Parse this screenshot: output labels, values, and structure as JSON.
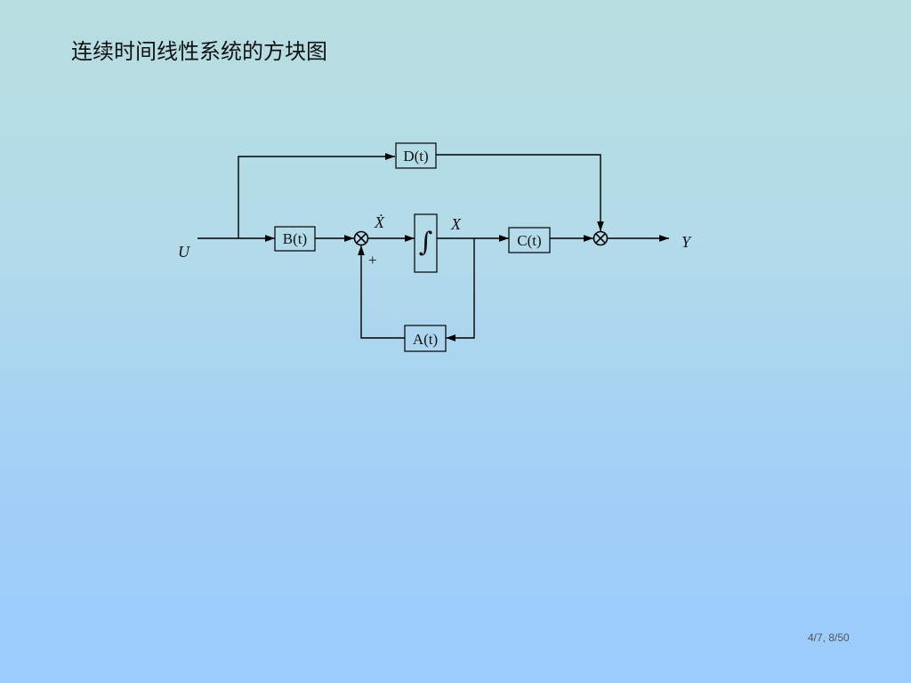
{
  "slide": {
    "title": "连续时间线性系统的方块图",
    "page_number": "4/7, 8/50"
  },
  "diagram": {
    "input_label": "U",
    "output_label": "Y",
    "state_label": "X",
    "state_derivative_label": "Ẋ",
    "plus_sign": "+",
    "integrator_symbol": "∫",
    "blocks": {
      "B": "B(t)",
      "C": "C(t)",
      "D": "D(t)",
      "A": "A(t)"
    }
  }
}
